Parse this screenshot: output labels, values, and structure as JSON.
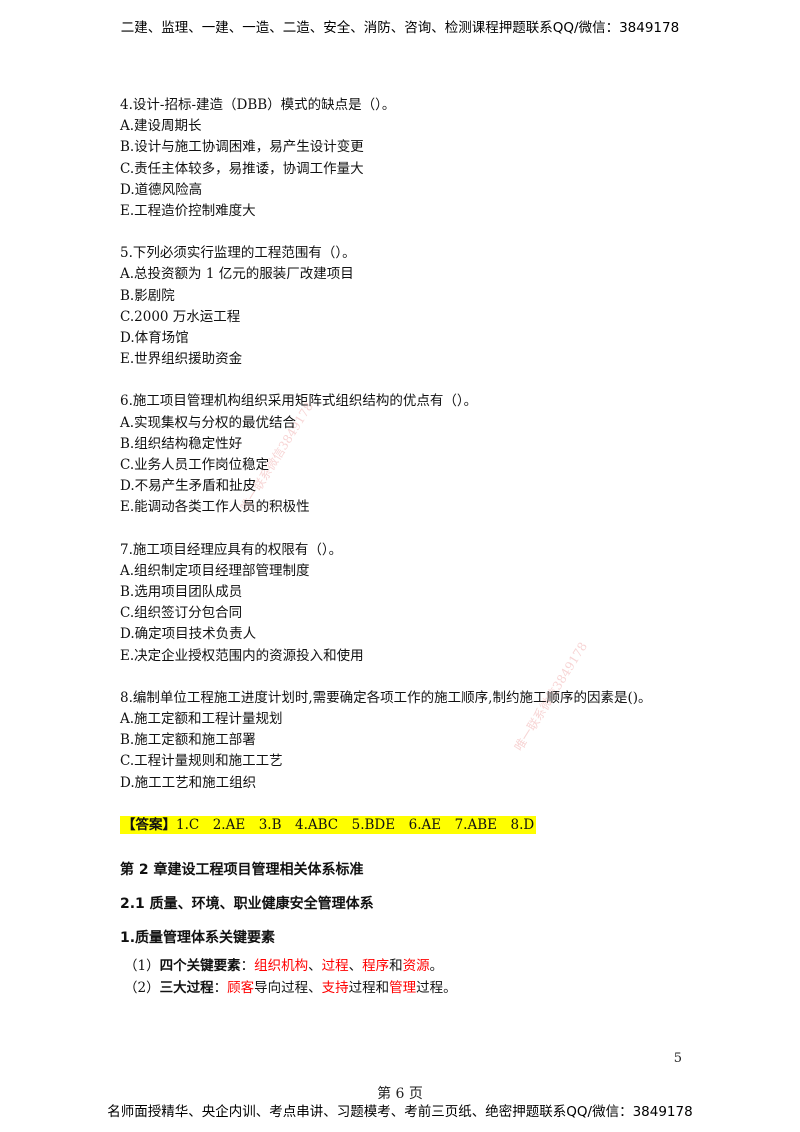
{
  "header": {
    "text": "二建、监理、一建、一造、二造、安全、消防、咨询、检测课程押题联系QQ/微信：3849178"
  },
  "questions": [
    {
      "stem": "4.设计-招标-建造（DBB）模式的缺点是（）。",
      "options": [
        "A.建设周期长",
        "B.设计与施工协调困难，易产生设计变更",
        "C.责任主体较多，易推诿，协调工作量大",
        "D.道德风险高",
        "E.工程造价控制难度大"
      ]
    },
    {
      "stem": "5.下列必须实行监理的工程范围有（）。",
      "options": [
        "A.总投资额为 1 亿元的服装厂改建项目",
        "B.影剧院",
        "C.2000 万水运工程",
        "D.体育场馆",
        "E.世界组织援助资金"
      ]
    },
    {
      "stem": "6.施工项目管理机构组织采用矩阵式组织结构的优点有（）。",
      "options": [
        "A.实现集权与分权的最优结合",
        "B.组织结构稳定性好",
        "C.业务人员工作岗位稳定",
        "D.不易产生矛盾和扯皮",
        "E.能调动各类工作人员的积极性"
      ]
    },
    {
      "stem": "7.施工项目经理应具有的权限有（）。",
      "options": [
        "A.组织制定项目经理部管理制度",
        "B.选用项目团队成员",
        "C.组织签订分包合同",
        "D.确定项目技术负责人",
        "E.决定企业授权范围内的资源投入和使用"
      ]
    },
    {
      "stem": "8.编制单位工程施工进度计划时,需要确定各项工作的施工顺序,制约施工顺序的因素是()。",
      "options": [
        "A.施工定额和工程计量规划",
        "B.施工定额和施工部署",
        "C.工程计量规则和施工工艺",
        "D.施工工艺和施工组织"
      ]
    }
  ],
  "answer": {
    "label": "【答案】",
    "text": "1.C　2.AE　3.B　4.ABC　5.BDE　6.AE　7.ABE　8.D"
  },
  "chapter_title": "第 2 章建设工程项目管理相关体系标准",
  "section_title": "2.1 质量、环境、职业健康安全管理体系",
  "subsection_title": "1.质量管理体系关键要素",
  "points": {
    "p1_prefix": "（1）",
    "p1_label": "四个关键要素",
    "p1_colon": "：",
    "p1_r1": "组织机构",
    "p1_s1": "、",
    "p1_r2": "过程",
    "p1_s2": "、",
    "p1_r3": "程序",
    "p1_s3": "和",
    "p1_r4": "资源",
    "p1_end": "。",
    "p2_prefix": "（2）",
    "p2_label": "三大过程",
    "p2_colon": "：",
    "p2_r1": "顾客",
    "p2_t1": "导向过程、",
    "p2_r2": "支持",
    "p2_t2": "过程和",
    "p2_r3": "管理",
    "p2_t3": "过程。"
  },
  "page_number": "5",
  "page_label": "第 6 页",
  "footer": {
    "text": "名师面授精华、央企内训、考点串讲、习题模考、考前三页纸、绝密押题联系QQ/微信：3849178"
  },
  "watermarks": [
    "唯一联系微信3849178",
    "唯一联系微信3849178"
  ],
  "colors": {
    "highlight": "#ffff00",
    "key_text": "#ff0000"
  }
}
